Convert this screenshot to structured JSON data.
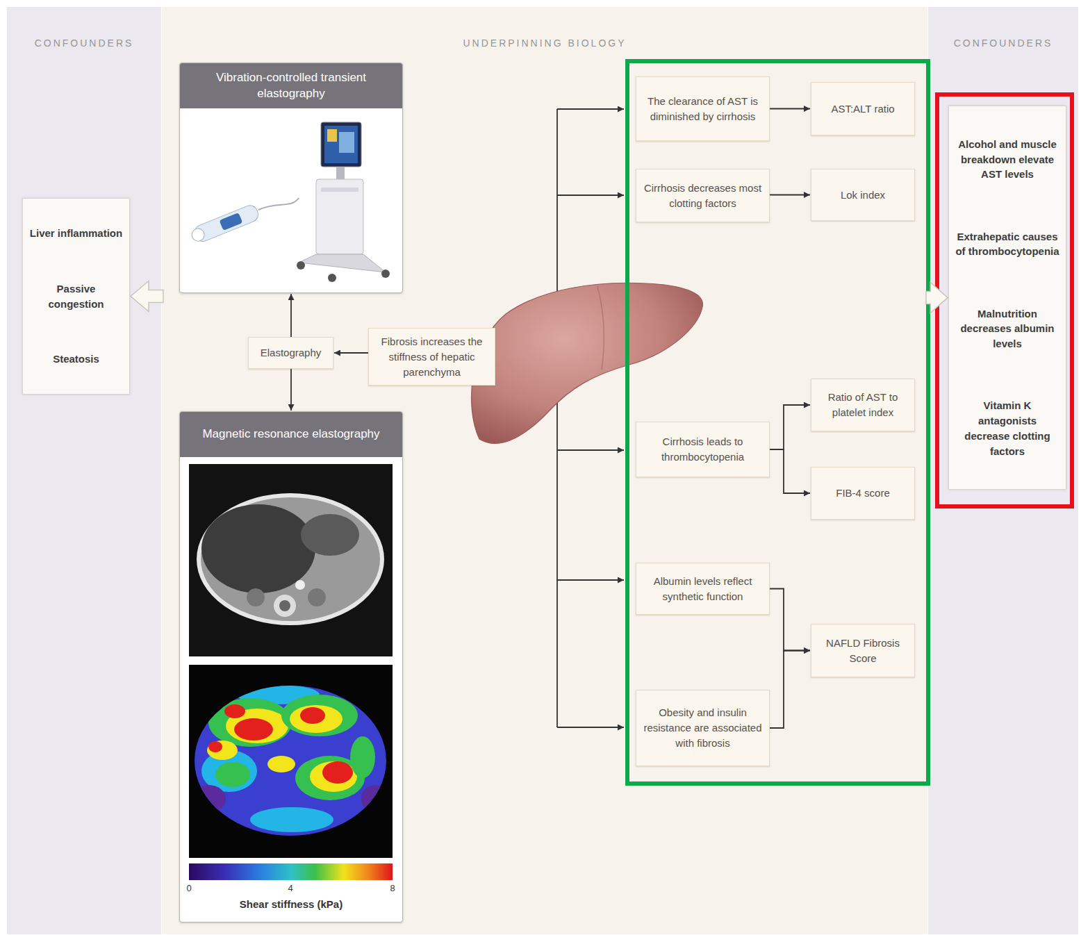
{
  "diagram": {
    "nodes": [
      {
        "text": [
          "CONFOUNDERS"
        ]
      },
      {
        "text": [
          "Liver inflammation",
          "Passive congestion",
          "Steatosis"
        ],
        "in": 0
      },
      {
        "text": [
          "UNDERPINNING BIOLOGY"
        ]
      },
      {
        "text": [
          "Vibration-controlled transient elastography"
        ],
        "in": 2
      },
      {
        "text": [
          "Elastography"
        ],
        "in": 2
      },
      {
        "text": [
          "Fibrosis increases the stiffness of hepatic parenchyma"
        ],
        "in": 2
      },
      {
        "text": [
          "Magnetic resonance elastography",
          "Shear stiffness (kPa)"
        ],
        "in": 2
      },
      {
        "text": [
          "The clearance of AST is diminished by cirrhosis"
        ],
        "in": 2
      },
      {
        "text": [
          "AST:ALT ratio"
        ],
        "in": 2
      },
      {
        "text": [
          "Cirrhosis decreases most clotting factors"
        ],
        "in": 2
      },
      {
        "text": [
          "Lok index"
        ],
        "in": 2
      },
      {
        "text": [
          "Cirrhosis leads to thrombocytopenia"
        ],
        "in": 2
      },
      {
        "text": [
          "Ratio of AST to platelet index"
        ],
        "in": 2
      },
      {
        "text": [
          "FIB-4 score"
        ],
        "in": 2
      },
      {
        "text": [
          "Albumin levels reflect synthetic function"
        ],
        "in": 2
      },
      {
        "text": [
          "Obesity and insulin resistance are associated with fibrosis"
        ],
        "in": 2
      },
      {
        "text": [
          "NAFLD Fibrosis Score"
        ],
        "in": 2
      },
      {
        "text": [
          "CONFOUNDERS"
        ]
      },
      {
        "text": [
          "Alcohol and muscle breakdown elevate AST levels",
          "Extrahepatic causes of thrombocytopenia",
          "Malnutrition decreases albumin levels",
          "Vitamin K antagonists decrease clotting factors"
        ],
        "in": 17
      }
    ],
    "edges": [
      {
        "from": 5,
        "to": 4,
        "arrow": "to"
      },
      {
        "from": 4,
        "to": 3,
        "arrow": "to"
      },
      {
        "from": 4,
        "to": 6,
        "arrow": "to"
      },
      {
        "from": 7,
        "to": 8,
        "arrow": "to"
      },
      {
        "from": 9,
        "to": 10,
        "arrow": "to"
      },
      {
        "from": 11,
        "to": 12,
        "arrow": "to"
      },
      {
        "from": 11,
        "to": 13,
        "arrow": "to"
      },
      {
        "from": 14,
        "to": 16,
        "arrow": "to"
      },
      {
        "from": 15,
        "to": 16,
        "arrow": "to"
      },
      {
        "from": 2,
        "to": 1,
        "arrow": "to"
      },
      {
        "from": 2,
        "to": 18,
        "arrow": "to"
      }
    ],
    "labels": [
      "0",
      "4",
      "8"
    ]
  }
}
